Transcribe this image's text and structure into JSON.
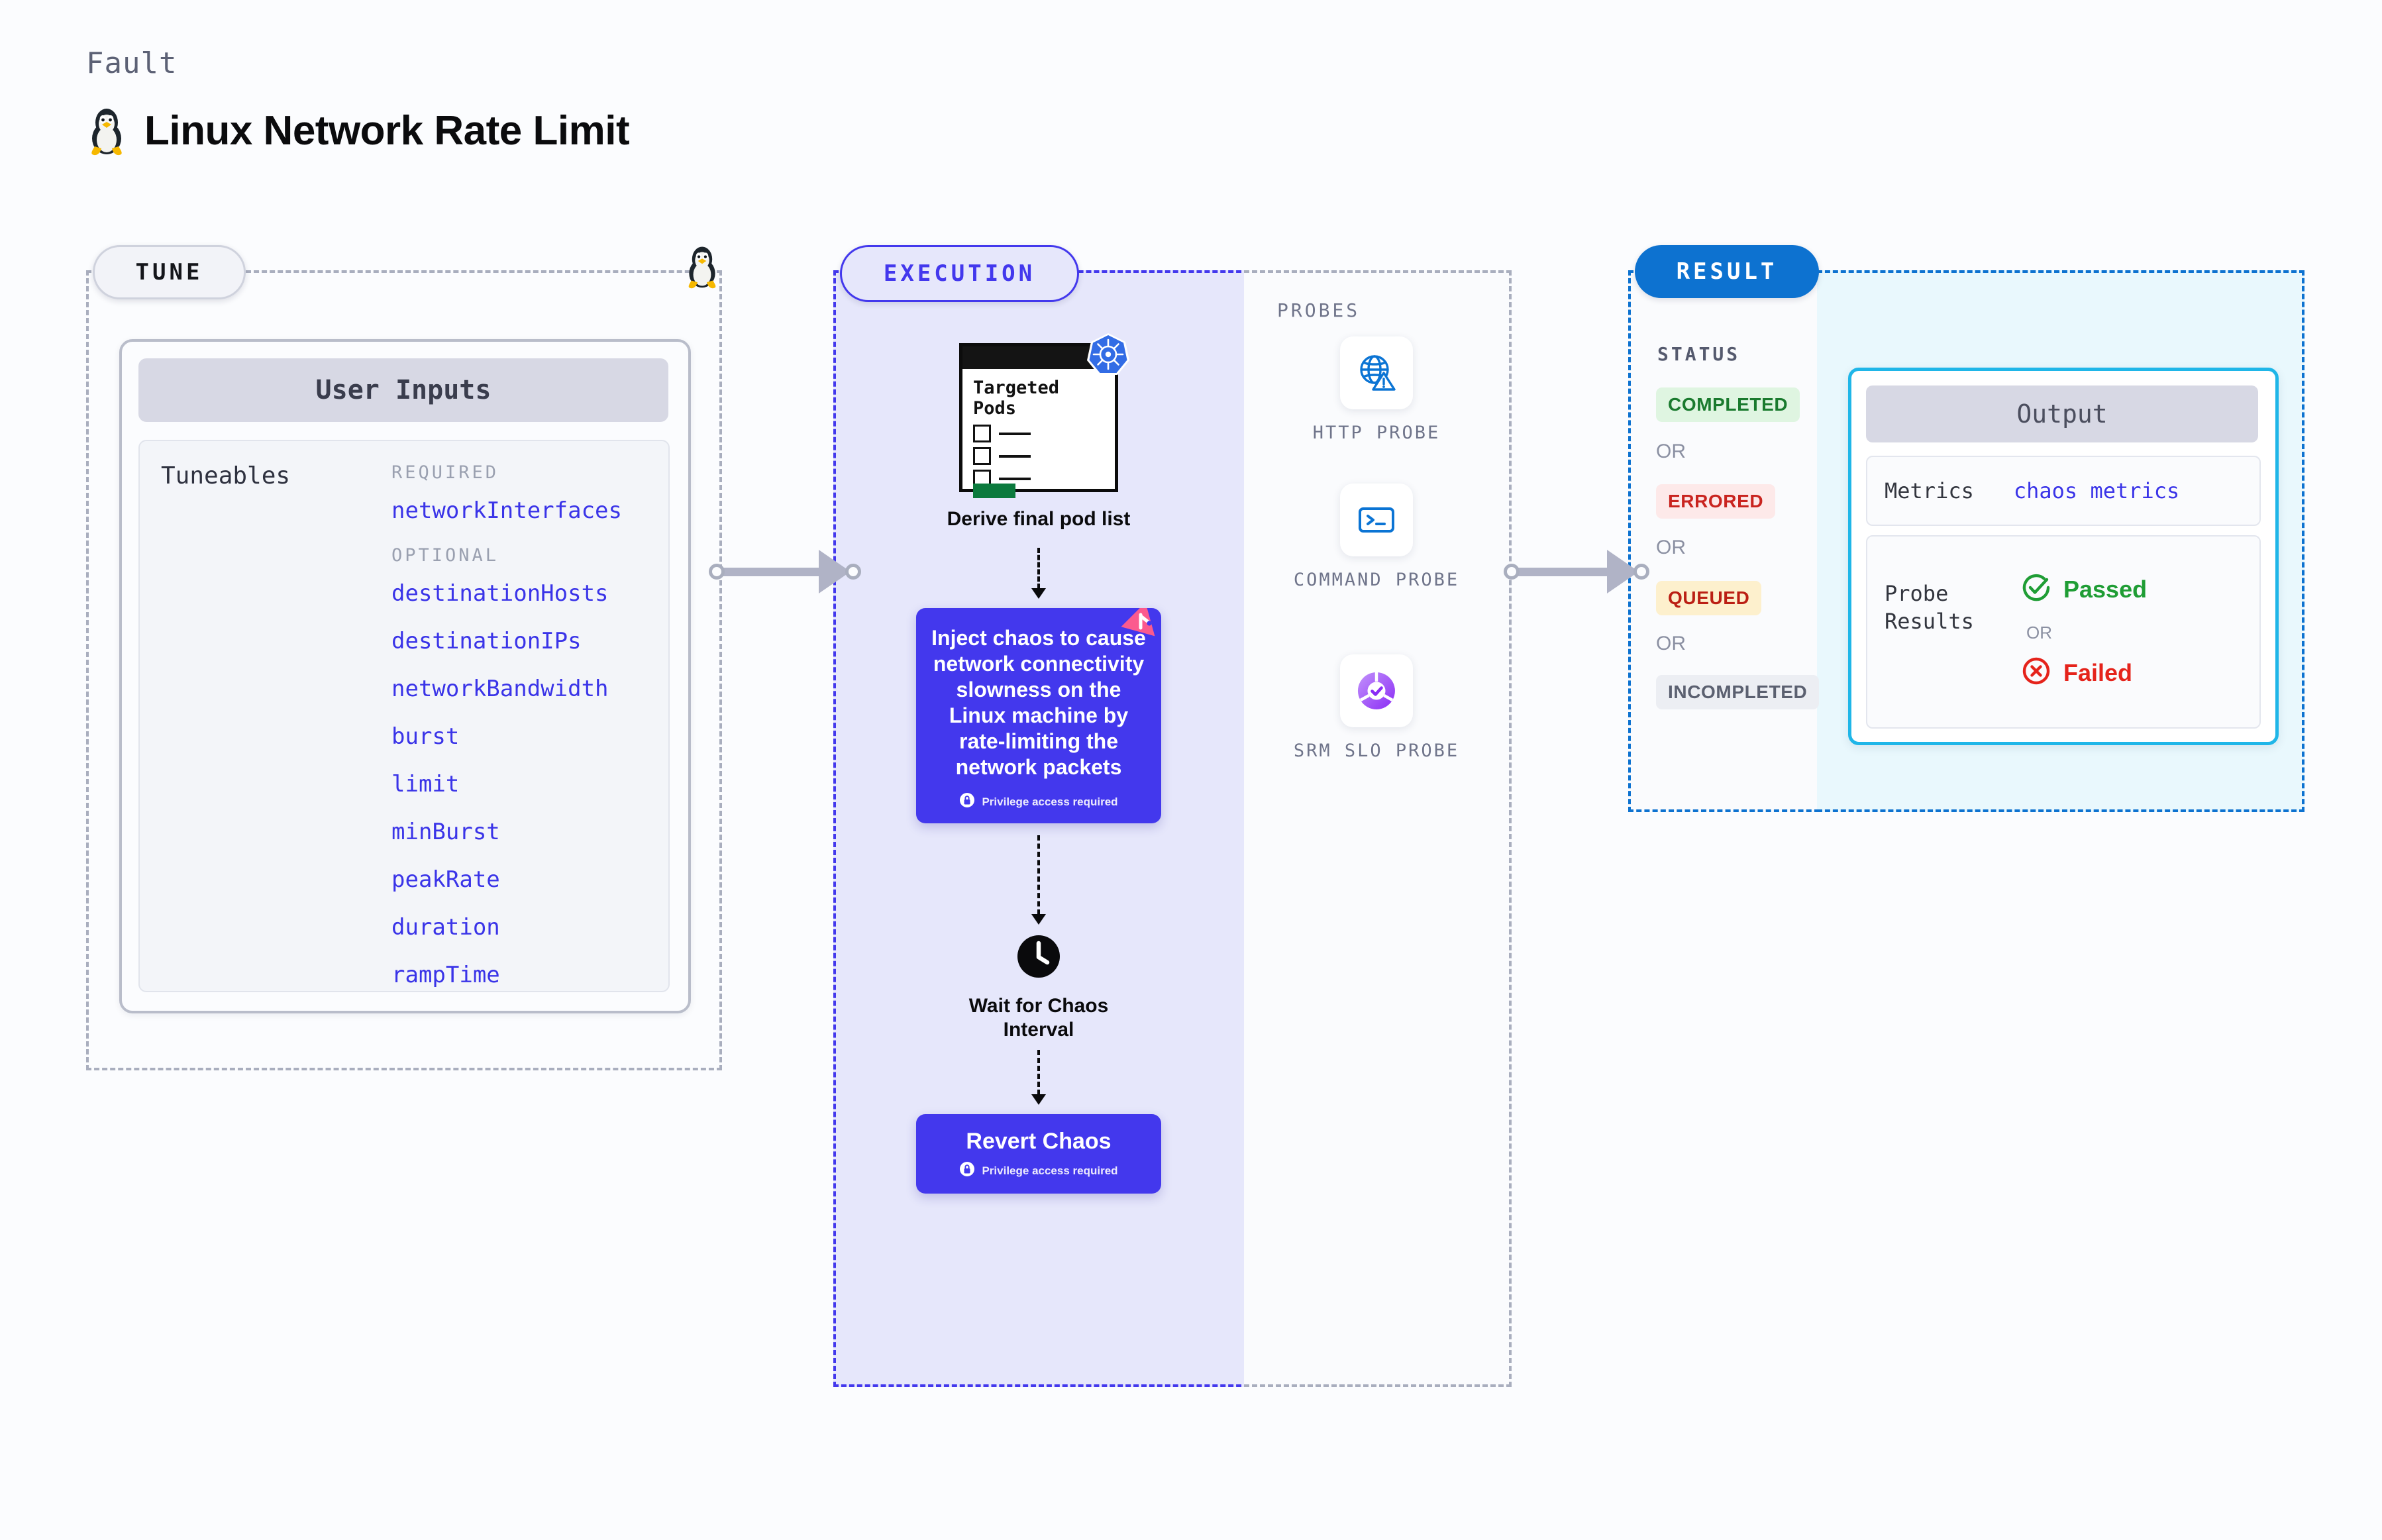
{
  "header": {
    "kicker": "Fault",
    "title": "Linux Network Rate Limit",
    "icon": "linux-tux-icon"
  },
  "tune": {
    "pill_label": "TUNE",
    "os_icon": "linux-tux-icon",
    "card_title": "User Inputs",
    "tuneables_label": "Tuneables",
    "groups": [
      {
        "label": "REQUIRED",
        "items": [
          "networkInterfaces"
        ]
      },
      {
        "label": "OPTIONAL",
        "items": [
          "destinationHosts",
          "destinationIPs",
          "networkBandwidth",
          "burst",
          "limit",
          "minBurst",
          "peakRate",
          "duration",
          "rampTime"
        ]
      }
    ]
  },
  "execution": {
    "pill_label": "EXECUTION",
    "pods_card": {
      "title_line1": "Targeted",
      "title_line2": "Pods",
      "badge_icon": "kubernetes-helm-icon",
      "checkbox_count": 3
    },
    "derive_label": "Derive final pod list",
    "inject": {
      "text": "Inject chaos to cause network connectivity slowness on the Linux machine by rate-limiting the network packets",
      "privilege_note": "Privilege access required",
      "privilege_icon": "lock-icon",
      "corner_icon": "litmuschaos-icon"
    },
    "wait": {
      "icon": "clock-icon",
      "label_line1": "Wait for Chaos",
      "label_line2": "Interval"
    },
    "revert": {
      "title": "Revert Chaos",
      "privilege_note": "Privilege access required",
      "privilege_icon": "lock-icon"
    }
  },
  "probes": {
    "title": "PROBES",
    "items": [
      {
        "label": "HTTP PROBE",
        "icon": "globe-warning-icon"
      },
      {
        "label": "COMMAND PROBE",
        "icon": "terminal-icon"
      },
      {
        "label": "SRM SLO PROBE",
        "icon": "slo-donut-check-icon"
      }
    ]
  },
  "result": {
    "pill_label": "RESULT",
    "status_title": "STATUS",
    "or_label": "OR",
    "statuses": [
      {
        "label": "COMPLETED",
        "bg": "#dff5e1",
        "fg": "#1a7a2e"
      },
      {
        "label": "ERRORED",
        "bg": "#fde9e9",
        "fg": "#c9241f"
      },
      {
        "label": "QUEUED",
        "bg": "#fdf0cd",
        "fg": "#bb1f14"
      },
      {
        "label": "INCOMPLETED",
        "bg": "#eceef3",
        "fg": "#5b6070"
      }
    ]
  },
  "output": {
    "header": "Output",
    "metrics_label": "Metrics",
    "metrics_value": "chaos metrics",
    "probe_results_label": "Probe\nResults",
    "probe_results_label_line1": "Probe",
    "probe_results_label_line2": "Results",
    "passed_label": "Passed",
    "failed_label": "Failed",
    "or_label": "OR",
    "passed_icon": "check-circle-icon",
    "failed_icon": "x-circle-icon"
  },
  "colors": {
    "accent_indigo": "#4338ed",
    "accent_blue": "#0d72d0",
    "accent_cyan": "#1fb6e8",
    "success": "#1f9d35",
    "danger": "#e5231b",
    "litmus_pink": "#fb5a8e"
  }
}
